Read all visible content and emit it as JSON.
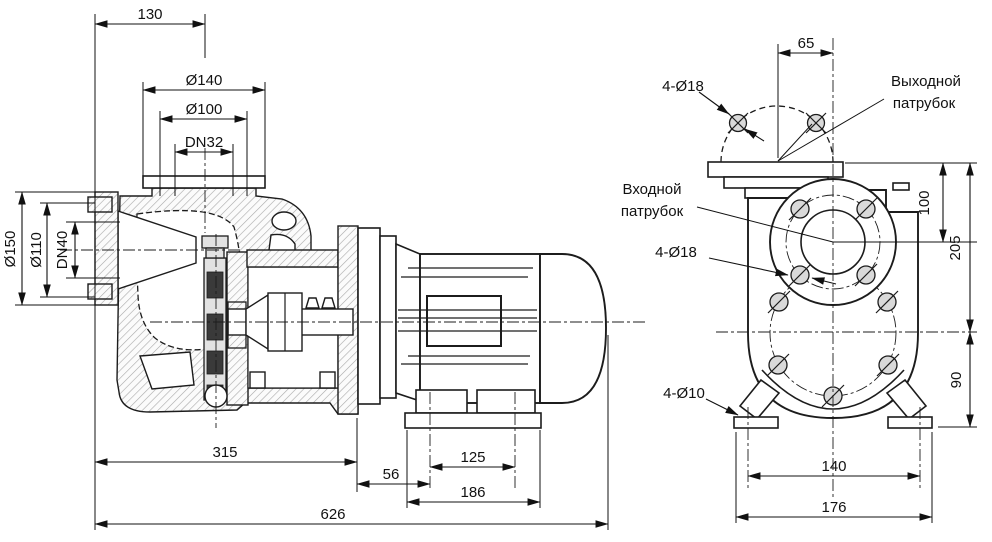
{
  "colors": {
    "line": "#1c1c1c",
    "hatch_line": "#a8a8a8",
    "hole_fill": "#d9d9d9",
    "impeller_fill": "#e2e2e2",
    "slot_fill": "#3a3a3a",
    "background": "#ffffff"
  },
  "side_view": {
    "dims": {
      "width_130": "130",
      "outlet_flange_od": "Ø140",
      "outlet_bolt_circle": "Ø100",
      "outlet_nominal": "DN32",
      "inlet_flange_od": "Ø150",
      "inlet_bolt_circle": "Ø110",
      "inlet_nominal": "DN40",
      "pump_length": "315",
      "gap_56": "56",
      "foot_holes_span": "125",
      "foot_plate_width": "186",
      "total_length": "626"
    }
  },
  "front_view": {
    "dims": {
      "outlet_offset": "65",
      "flange_center_height": "100",
      "body_center_height": "205",
      "foot_height": "90",
      "foot_holes_span": "140",
      "foot_overall_width": "176"
    },
    "labels": {
      "outlet_port_line1": "Выходной",
      "outlet_port_line2": "патрубок",
      "inlet_port_line1": "Входной",
      "inlet_port_line2": "патрубок",
      "outlet_holes": "4-Ø18",
      "flange_holes": "4-Ø18",
      "foot_holes": "4-Ø10"
    }
  }
}
